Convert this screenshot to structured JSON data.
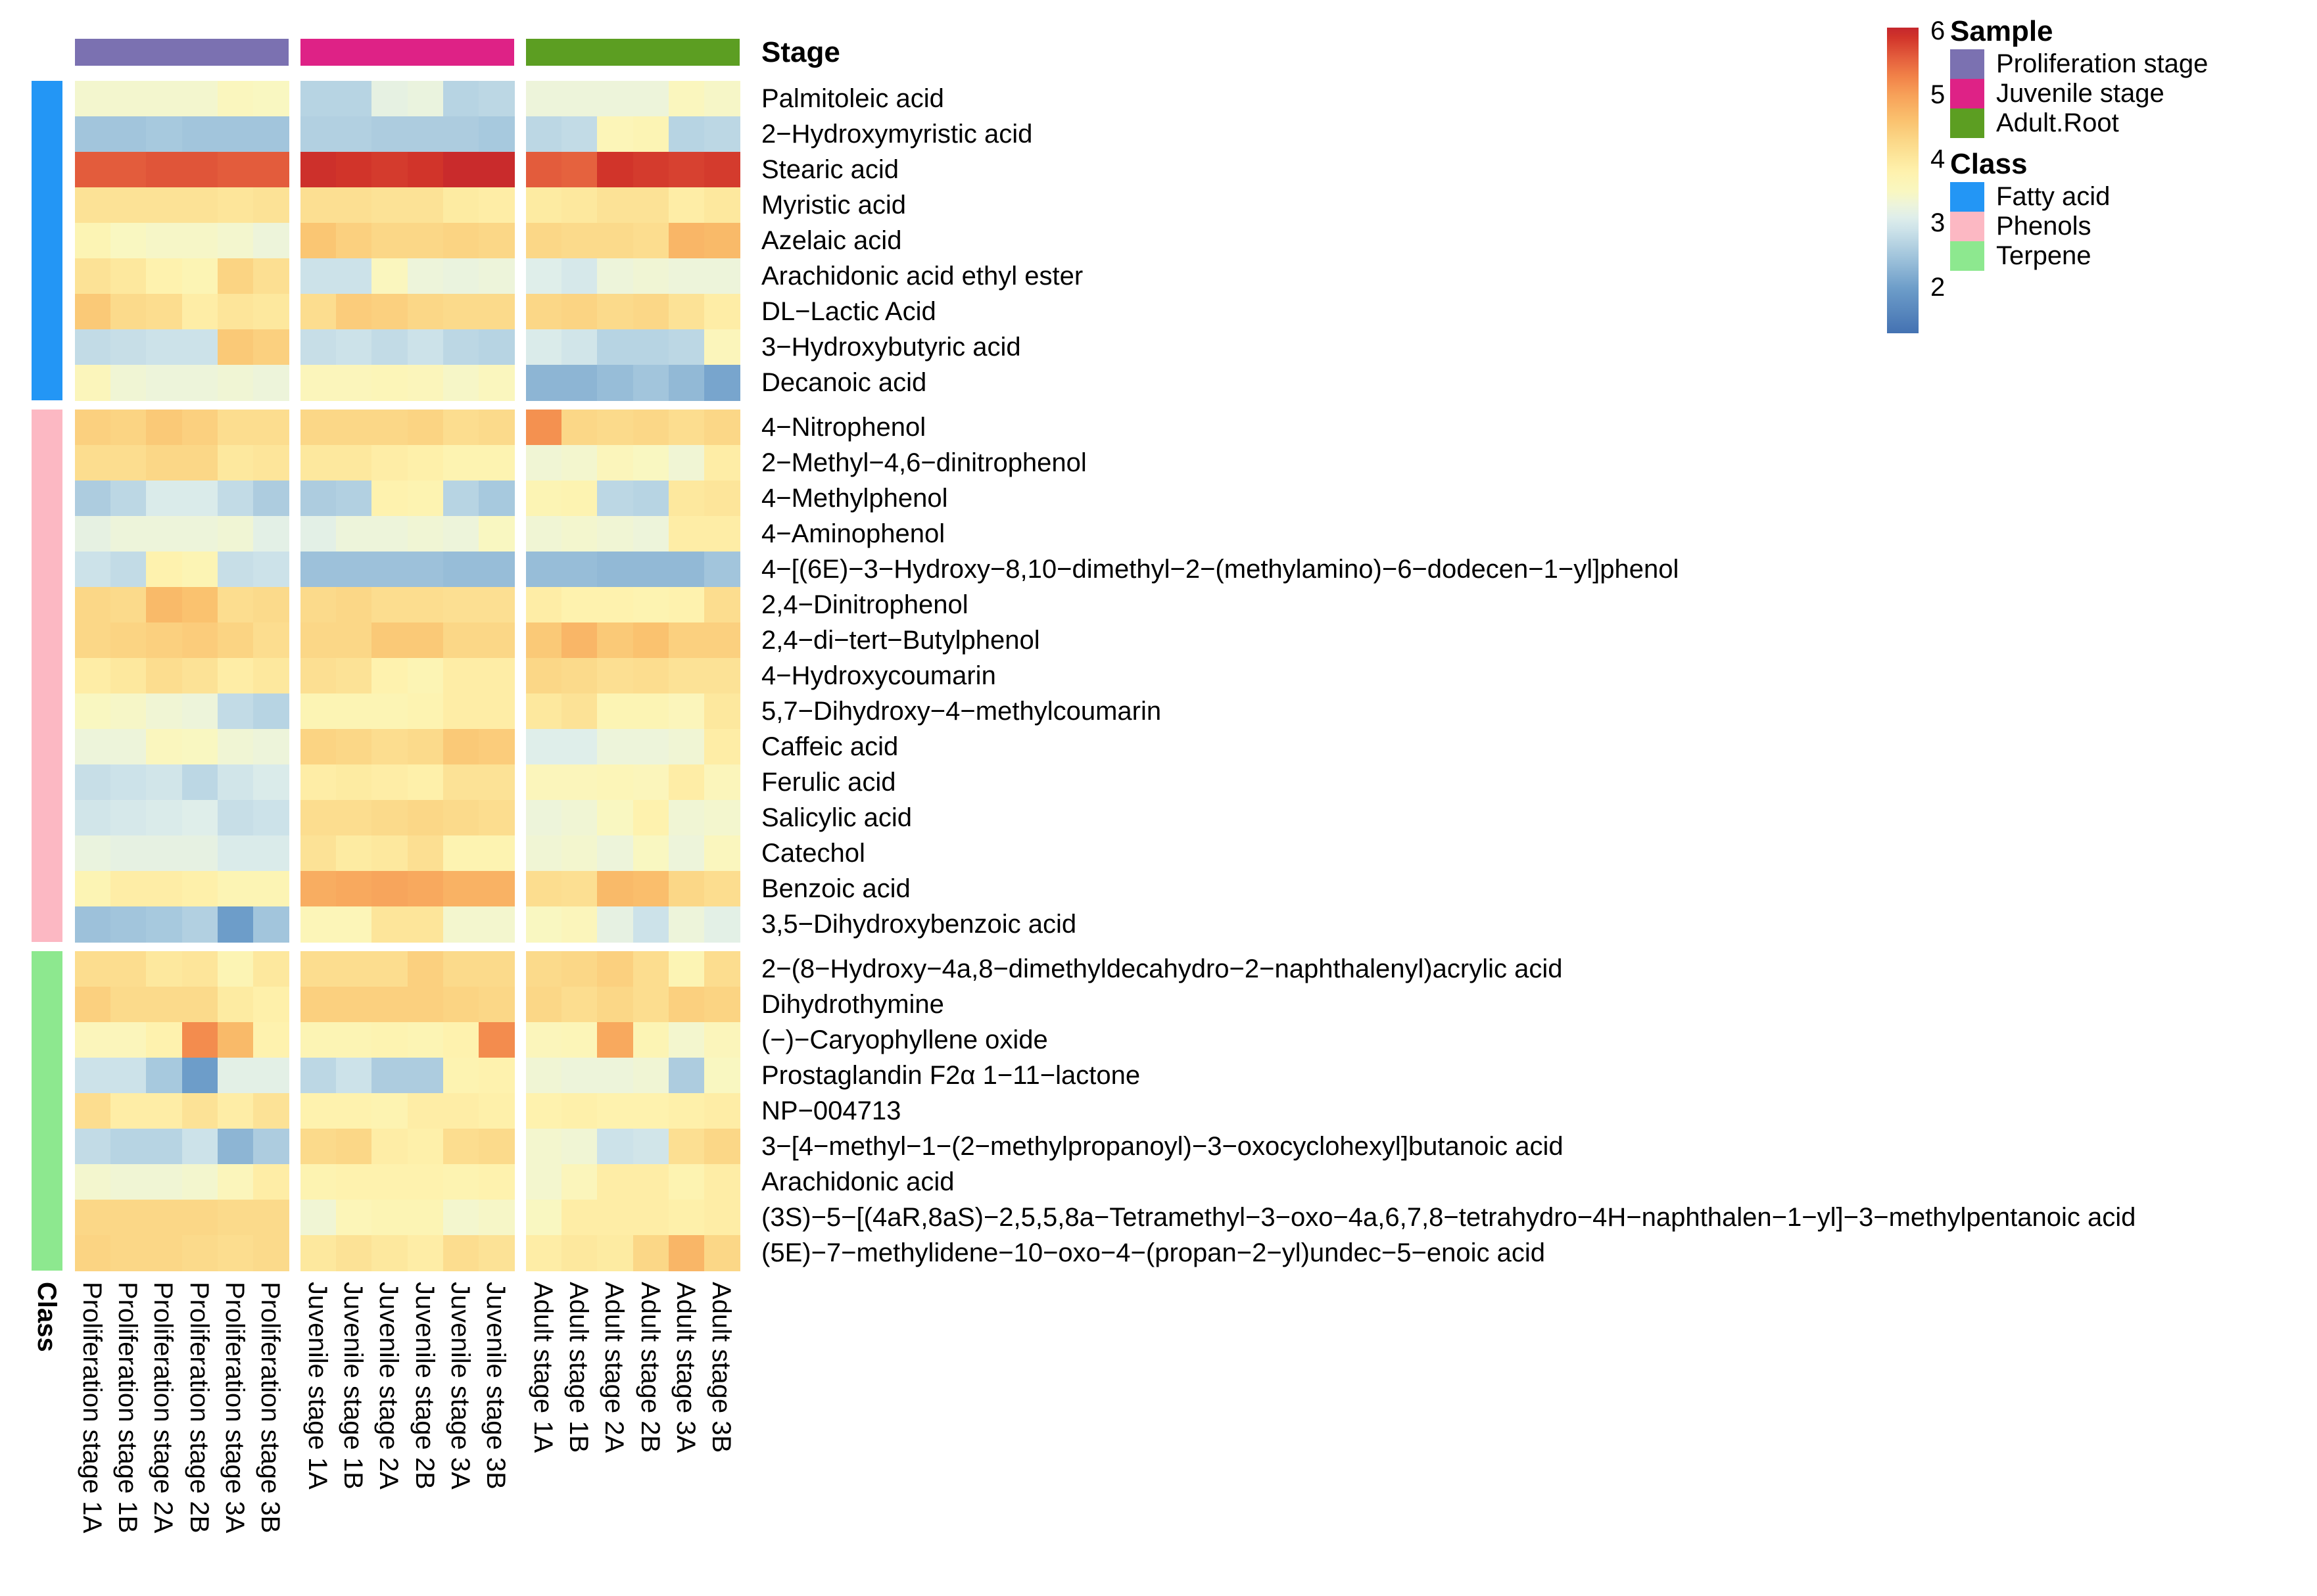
{
  "figure": {
    "stage_header_label": "Stage",
    "class_footer_label": "Class",
    "column_groups": [
      {
        "name": "Proliferation stage",
        "color": "#7B71B1",
        "n_columns": 6
      },
      {
        "name": "Juvenile stage",
        "color": "#DE2286",
        "n_columns": 6
      },
      {
        "name": "Adult.Root",
        "color": "#5C9E22",
        "n_columns": 6
      }
    ],
    "row_groups": [
      {
        "name": "Fatty acid",
        "color": "#2396F5",
        "n_rows": 9
      },
      {
        "name": "Phenols",
        "color": "#FCB8C3",
        "n_rows": 15
      },
      {
        "name": "Terpene",
        "color": "#8DE88F",
        "n_rows": 9
      }
    ]
  },
  "legend": {
    "colorbar_ticks": [
      "6",
      "5",
      "4",
      "3",
      "2"
    ],
    "colorbar_tick_values": [
      6,
      5,
      4,
      3,
      2
    ],
    "sample": {
      "title": "Sample",
      "entries": [
        {
          "label": "Proliferation stage",
          "color": "#7B71B1"
        },
        {
          "label": "Juvenile stage",
          "color": "#DE2286"
        },
        {
          "label": "Adult.Root",
          "color": "#5C9E22"
        }
      ]
    },
    "class": {
      "title": "Class",
      "entries": [
        {
          "label": "Fatty acid",
          "color": "#2396F5"
        },
        {
          "label": "Phenols",
          "color": "#FCB8C3"
        },
        {
          "label": "Terpene",
          "color": "#8DE88F"
        }
      ]
    }
  },
  "chart_data": {
    "type": "heatmap",
    "title": "",
    "xlabel": "",
    "ylabel": "",
    "value_domain": [
      1.3,
      6.05
    ],
    "colorbar_ticks": [
      6,
      5,
      4,
      3,
      2
    ],
    "palette_anchors": [
      [
        1.3,
        "#4472B2"
      ],
      [
        2.0,
        "#6D9DC9"
      ],
      [
        2.5,
        "#A2C5DC"
      ],
      [
        2.9,
        "#CCE2E9"
      ],
      [
        3.1,
        "#DFEEEA"
      ],
      [
        3.3,
        "#EDF4DA"
      ],
      [
        3.5,
        "#F9F7C1"
      ],
      [
        3.8,
        "#FEF2AE"
      ],
      [
        4.0,
        "#FDE89E"
      ],
      [
        4.3,
        "#FBD787"
      ],
      [
        4.6,
        "#FAC26F"
      ],
      [
        5.0,
        "#F7A159"
      ],
      [
        5.3,
        "#F18148"
      ],
      [
        5.6,
        "#E35C3C"
      ],
      [
        5.9,
        "#D1342A"
      ],
      [
        6.05,
        "#C5272D"
      ]
    ],
    "x_categories": [
      "Proliferation stage 1A",
      "Proliferation stage 1B",
      "Proliferation stage 2A",
      "Proliferation stage 2B",
      "Proliferation stage 3A",
      "Proliferation stage 3B",
      "Juvenile stage 1A",
      "Juvenile stage 1B",
      "Juvenile stage 2A",
      "Juvenile stage 2B",
      "Juvenile stage 3A",
      "Juvenile stage 3B",
      "Adult stage 1A",
      "Adult stage 1B",
      "Adult stage 2A",
      "Adult stage 2B",
      "Adult stage 3A",
      "Adult stage 3B"
    ],
    "y_categories": [
      "Palmitoleic acid",
      "2−Hydroxymyristic acid",
      "Stearic acid",
      "Myristic acid",
      "Azelaic acid",
      "Arachidonic acid ethyl ester",
      "DL−Lactic Acid",
      "3−Hydroxybutyric acid",
      "Decanoic acid",
      "4−Nitrophenol",
      "2−Methyl−4,6−dinitrophenol",
      "4−Methylphenol",
      "4−Aminophenol",
      "4−[(6E)−3−Hydroxy−8,10−dimethyl−2−(methylamino)−6−dodecen−1−yl]phenol",
      "2,4−Dinitrophenol",
      "2,4−di−tert−Butylphenol",
      "4−Hydroxycoumarin",
      "5,7−Dihydroxy−4−methylcoumarin",
      "Caffeic acid",
      "Ferulic acid",
      "Salicylic acid",
      "Catechol",
      "Benzoic acid",
      "3,5−Dihydroxybenzoic acid",
      "2−(8−Hydroxy−4a,8−dimethyldecahydro−2−naphthalenyl)acrylic acid",
      "Dihydrothymine",
      "(−)−Caryophyllene oxide",
      "Prostaglandin F2α 1−11−lactone",
      "NP−004713",
      "3−[4−methyl−1−(2−methylpropanoyl)−3−oxocyclohexyl]butanoic acid",
      "Arachidonic acid",
      "(3S)−5−[(4aR,8aS)−2,5,5,8a−Tetramethyl−3−oxo−4a,6,7,8−tetrahydro−4H−naphthalen−1−yl]−3−methylpentanoic acid",
      "(5E)−7−methylidene−10−oxo−4−(propan−2−yl)undec−5−enoic acid"
    ],
    "row_classes": [
      "Fatty acid",
      "Fatty acid",
      "Fatty acid",
      "Fatty acid",
      "Fatty acid",
      "Fatty acid",
      "Fatty acid",
      "Fatty acid",
      "Fatty acid",
      "Phenols",
      "Phenols",
      "Phenols",
      "Phenols",
      "Phenols",
      "Phenols",
      "Phenols",
      "Phenols",
      "Phenols",
      "Phenols",
      "Phenols",
      "Phenols",
      "Phenols",
      "Phenols",
      "Phenols",
      "Terpene",
      "Terpene",
      "Terpene",
      "Terpene",
      "Terpene",
      "Terpene",
      "Terpene",
      "Terpene",
      "Terpene"
    ],
    "values": [
      [
        3.4,
        3.4,
        3.4,
        3.4,
        3.55,
        3.5,
        2.7,
        2.7,
        3.2,
        3.25,
        2.7,
        2.75,
        3.3,
        3.3,
        3.3,
        3.3,
        3.55,
        3.45
      ],
      [
        2.5,
        2.5,
        2.55,
        2.5,
        2.5,
        2.5,
        2.65,
        2.65,
        2.6,
        2.6,
        2.6,
        2.55,
        2.75,
        2.8,
        3.65,
        3.7,
        2.7,
        2.75
      ],
      [
        5.6,
        5.6,
        5.65,
        5.65,
        5.6,
        5.6,
        5.95,
        5.9,
        5.85,
        5.9,
        6.0,
        6.0,
        5.6,
        5.55,
        5.9,
        5.85,
        5.8,
        5.85
      ],
      [
        4.1,
        4.1,
        4.1,
        4.1,
        4.05,
        4.1,
        4.15,
        4.15,
        4.1,
        4.1,
        3.95,
        3.9,
        3.95,
        4.0,
        4.1,
        4.1,
        3.9,
        4.0
      ],
      [
        3.7,
        3.5,
        3.45,
        3.45,
        3.4,
        3.3,
        4.55,
        4.4,
        4.3,
        4.3,
        4.35,
        4.3,
        4.3,
        4.25,
        4.25,
        4.2,
        4.75,
        4.7
      ],
      [
        4.1,
        4.0,
        3.8,
        3.7,
        4.35,
        4.15,
        2.9,
        2.9,
        3.55,
        3.3,
        3.25,
        3.3,
        3.1,
        3.0,
        3.3,
        3.35,
        3.3,
        3.3
      ],
      [
        4.5,
        4.25,
        4.2,
        3.9,
        4.05,
        4.0,
        4.2,
        4.45,
        4.4,
        4.3,
        4.25,
        4.25,
        4.3,
        4.35,
        4.25,
        4.3,
        4.1,
        3.9
      ],
      [
        2.8,
        2.85,
        2.9,
        2.9,
        4.5,
        4.4,
        2.85,
        2.9,
        2.8,
        2.9,
        2.75,
        2.7,
        3.05,
        2.95,
        2.7,
        2.7,
        2.75,
        3.6
      ],
      [
        3.6,
        3.35,
        3.3,
        3.3,
        3.35,
        3.3,
        3.6,
        3.6,
        3.65,
        3.6,
        3.45,
        3.55,
        2.3,
        2.3,
        2.4,
        2.5,
        2.35,
        2.1
      ],
      [
        4.4,
        4.35,
        4.5,
        4.4,
        4.2,
        4.2,
        4.3,
        4.3,
        4.3,
        4.35,
        4.2,
        4.25,
        5.15,
        4.3,
        4.25,
        4.3,
        4.2,
        4.3
      ],
      [
        4.2,
        4.2,
        4.3,
        4.3,
        4.0,
        4.05,
        4.0,
        4.0,
        3.9,
        3.85,
        3.75,
        3.75,
        3.35,
        3.4,
        3.6,
        3.5,
        3.35,
        3.9
      ],
      [
        2.6,
        2.75,
        3.05,
        3.05,
        2.8,
        2.6,
        2.6,
        2.65,
        3.8,
        3.75,
        2.7,
        2.55,
        3.7,
        3.75,
        2.75,
        2.7,
        4.0,
        4.05
      ],
      [
        3.2,
        3.3,
        3.3,
        3.3,
        3.35,
        3.15,
        3.15,
        3.3,
        3.3,
        3.35,
        3.3,
        3.5,
        3.35,
        3.4,
        3.35,
        3.3,
        3.9,
        3.9
      ],
      [
        2.9,
        2.8,
        3.8,
        3.7,
        2.85,
        2.9,
        2.45,
        2.45,
        2.45,
        2.45,
        2.4,
        2.4,
        2.4,
        2.4,
        2.35,
        2.35,
        2.35,
        2.5
      ],
      [
        4.3,
        4.25,
        4.7,
        4.6,
        4.2,
        4.25,
        4.25,
        4.3,
        4.2,
        4.2,
        4.15,
        4.15,
        3.9,
        3.8,
        3.8,
        3.75,
        3.8,
        4.2
      ],
      [
        4.3,
        4.35,
        4.4,
        4.45,
        4.35,
        4.2,
        4.3,
        4.3,
        4.5,
        4.5,
        4.3,
        4.3,
        4.5,
        4.75,
        4.5,
        4.6,
        4.4,
        4.4
      ],
      [
        3.9,
        4.0,
        4.2,
        4.1,
        3.9,
        4.0,
        4.15,
        4.1,
        3.8,
        3.7,
        3.9,
        3.9,
        4.3,
        4.25,
        4.15,
        4.2,
        4.1,
        4.1
      ],
      [
        3.5,
        3.45,
        3.35,
        3.3,
        2.8,
        2.7,
        3.7,
        3.7,
        3.7,
        3.75,
        3.9,
        3.9,
        4.0,
        4.1,
        3.7,
        3.7,
        3.6,
        4.0
      ],
      [
        3.3,
        3.3,
        3.55,
        3.5,
        3.35,
        3.3,
        4.35,
        4.3,
        4.2,
        4.25,
        4.5,
        4.45,
        3.1,
        3.1,
        3.3,
        3.3,
        3.35,
        3.9
      ],
      [
        2.85,
        2.9,
        2.95,
        2.75,
        2.95,
        3.05,
        3.9,
        3.95,
        3.9,
        3.85,
        4.1,
        4.1,
        3.6,
        3.6,
        3.65,
        3.6,
        3.9,
        3.6
      ],
      [
        2.95,
        3.0,
        3.05,
        3.1,
        2.85,
        2.9,
        4.2,
        4.2,
        4.25,
        4.3,
        4.25,
        4.2,
        3.3,
        3.35,
        3.5,
        3.8,
        3.35,
        3.4
      ],
      [
        3.25,
        3.2,
        3.2,
        3.2,
        3.05,
        3.05,
        4.1,
        3.95,
        4.0,
        4.15,
        3.75,
        3.75,
        3.35,
        3.4,
        3.3,
        3.5,
        3.3,
        3.55
      ],
      [
        3.7,
        3.9,
        3.9,
        3.85,
        3.7,
        3.7,
        4.85,
        4.9,
        4.95,
        4.9,
        4.8,
        4.8,
        4.2,
        4.15,
        4.7,
        4.65,
        4.3,
        4.2
      ],
      [
        2.45,
        2.5,
        2.55,
        2.65,
        2.0,
        2.5,
        3.65,
        3.65,
        4.05,
        4.05,
        3.4,
        3.4,
        3.5,
        3.6,
        3.2,
        2.9,
        3.3,
        3.15
      ],
      [
        4.2,
        4.2,
        4.0,
        4.05,
        3.7,
        4.0,
        4.2,
        4.2,
        4.2,
        4.4,
        4.25,
        4.25,
        4.25,
        4.3,
        4.4,
        4.2,
        3.7,
        4.2
      ],
      [
        4.4,
        4.25,
        4.25,
        4.25,
        3.95,
        3.85,
        4.4,
        4.4,
        4.4,
        4.4,
        4.35,
        4.3,
        4.3,
        4.2,
        4.3,
        4.2,
        4.4,
        4.35
      ],
      [
        3.6,
        3.6,
        3.8,
        5.2,
        4.7,
        3.8,
        3.7,
        3.7,
        3.75,
        3.7,
        3.8,
        5.2,
        3.6,
        3.65,
        4.9,
        3.7,
        3.4,
        3.6
      ],
      [
        2.9,
        2.9,
        2.55,
        2.0,
        3.15,
        3.15,
        2.75,
        2.9,
        2.6,
        2.6,
        3.75,
        3.8,
        3.35,
        3.3,
        3.3,
        3.35,
        2.6,
        3.5
      ],
      [
        4.2,
        3.9,
        3.9,
        4.1,
        3.9,
        4.1,
        3.8,
        3.8,
        3.75,
        3.9,
        3.9,
        3.85,
        3.8,
        3.85,
        3.8,
        3.8,
        3.85,
        3.9
      ],
      [
        2.8,
        2.7,
        2.7,
        2.9,
        2.3,
        2.6,
        4.25,
        4.3,
        3.9,
        3.85,
        4.2,
        4.25,
        3.4,
        3.35,
        2.9,
        2.95,
        4.15,
        4.3
      ],
      [
        3.4,
        3.35,
        3.35,
        3.4,
        3.6,
        3.9,
        3.75,
        3.8,
        3.8,
        3.8,
        3.75,
        3.8,
        3.4,
        3.6,
        3.9,
        3.9,
        3.75,
        3.9
      ],
      [
        4.3,
        4.3,
        4.3,
        4.3,
        4.25,
        4.25,
        3.35,
        3.65,
        3.7,
        3.7,
        3.4,
        3.45,
        3.5,
        3.9,
        3.9,
        3.9,
        3.85,
        3.9
      ],
      [
        4.35,
        4.3,
        4.3,
        4.25,
        4.2,
        4.25,
        4.0,
        4.1,
        4.0,
        3.9,
        4.2,
        4.1,
        3.9,
        4.0,
        3.95,
        4.3,
        4.75,
        4.3
      ]
    ]
  }
}
